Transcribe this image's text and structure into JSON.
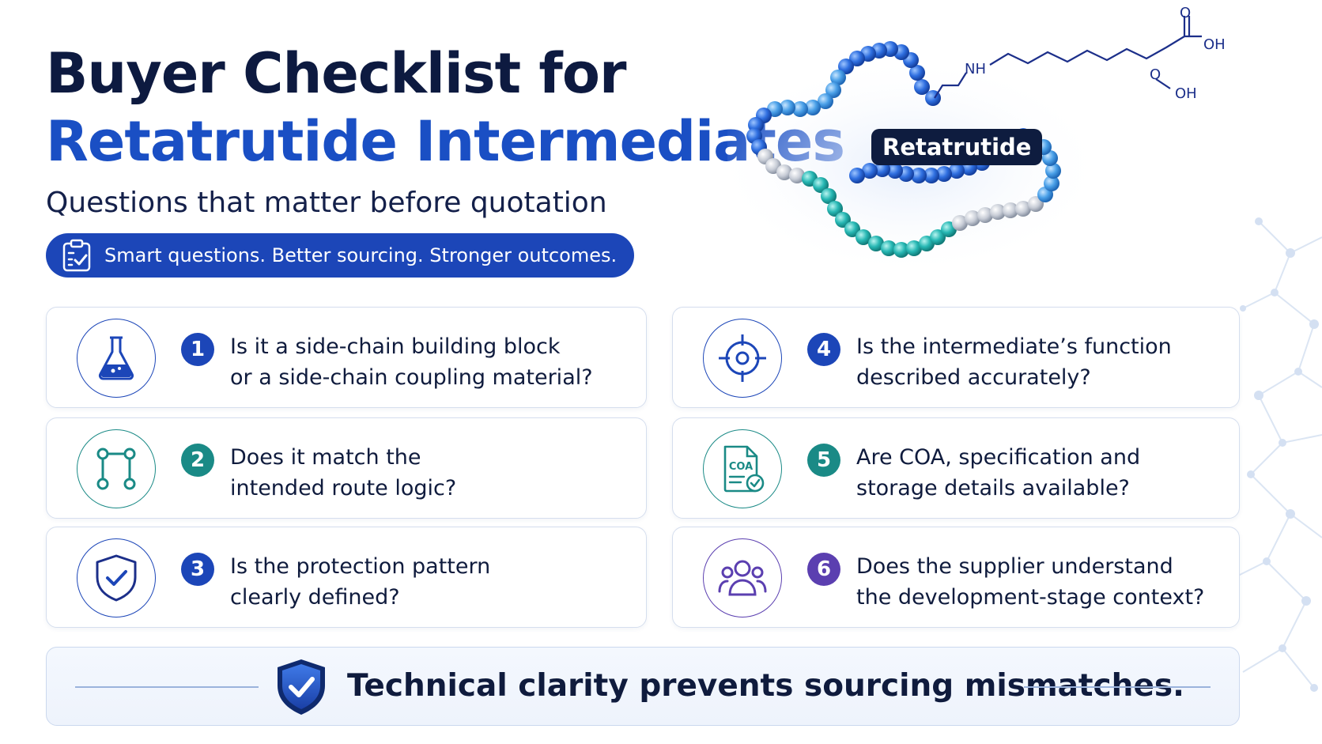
{
  "header": {
    "title_line1": "Buyer Checklist for",
    "title_line2": "Retatrutide Intermediates",
    "subtitle": "Questions that matter before quotation",
    "tagline": "Smart questions. Better sourcing. Stronger outcomes."
  },
  "molecule": {
    "label": "Retatrutide",
    "nh": "NH",
    "o1": "O",
    "oh1": "OH",
    "o2": "O",
    "oh2": "OH"
  },
  "checklist": [
    {
      "number": "1",
      "line1": "Is it a side-chain building block",
      "line2": "or a side-chain coupling material?",
      "icon": "flask-icon",
      "color": "#1c46b8"
    },
    {
      "number": "2",
      "line1": "Does it match the",
      "line2": "intended route logic?",
      "icon": "route-icon",
      "color": "#1a8a86"
    },
    {
      "number": "3",
      "line1": "Is the protection pattern",
      "line2": "clearly defined?",
      "icon": "shield-check-icon",
      "color": "#1c46b8"
    },
    {
      "number": "4",
      "line1": "Is the intermediate’s function",
      "line2": "described accurately?",
      "icon": "target-icon",
      "color": "#1c46b8"
    },
    {
      "number": "5",
      "line1": "Are COA, specification and",
      "line2": "storage details available?",
      "icon": "coa-document-icon",
      "color": "#1a8a86"
    },
    {
      "number": "6",
      "line1": "Does the supplier understand",
      "line2": "the development-stage context?",
      "icon": "people-icon",
      "color": "#5b3fb0"
    }
  ],
  "coa_label": "COA",
  "footer": {
    "text": "Technical clarity prevents sourcing mismatches."
  }
}
